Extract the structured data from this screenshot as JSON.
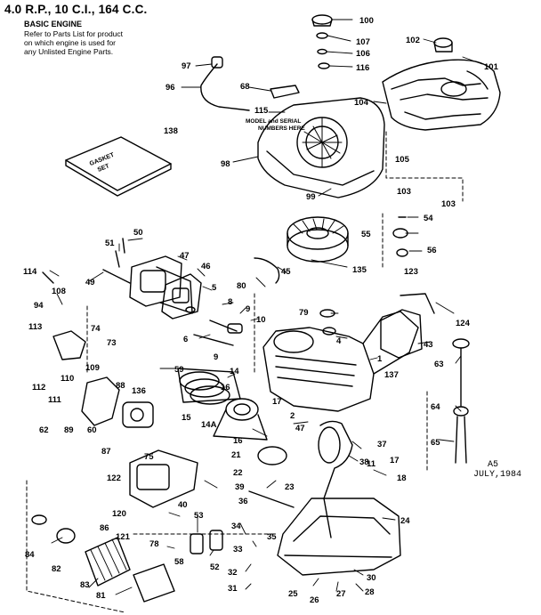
{
  "header": {
    "title": "4.0 R.P., 10 C.I., 164 C.C.",
    "subtitle": "BASIC ENGINE",
    "note_lines": [
      "Refer to Parts List for product",
      "on which engine is used for",
      "any Unlisted Engine Parts."
    ]
  },
  "annotations": {
    "model_serial_1": "MODEL and SERIAL",
    "model_serial_2": "NUMBERS HERE",
    "carton_1": "GASKET",
    "carton_2": "SET"
  },
  "stamp": {
    "line1": "A5",
    "line2": "JULY,1984"
  },
  "callouts": [
    {
      "num": "100"
    },
    {
      "num": "107"
    },
    {
      "num": "106"
    },
    {
      "num": "116"
    },
    {
      "num": "102"
    },
    {
      "num": "101"
    },
    {
      "num": "97"
    },
    {
      "num": "96"
    },
    {
      "num": "68"
    },
    {
      "num": "115"
    },
    {
      "num": "104"
    },
    {
      "num": "138"
    },
    {
      "num": "98"
    },
    {
      "num": "105"
    },
    {
      "num": "103"
    },
    {
      "num": "103"
    },
    {
      "num": "99"
    },
    {
      "num": "54"
    },
    {
      "num": "55"
    },
    {
      "num": "56"
    },
    {
      "num": "50"
    },
    {
      "num": "51"
    },
    {
      "num": "47"
    },
    {
      "num": "114"
    },
    {
      "num": "49"
    },
    {
      "num": "46"
    },
    {
      "num": "45"
    },
    {
      "num": "135"
    },
    {
      "num": "123"
    },
    {
      "num": "108"
    },
    {
      "num": "5"
    },
    {
      "num": "80"
    },
    {
      "num": "94"
    },
    {
      "num": "8"
    },
    {
      "num": "9"
    },
    {
      "num": "79"
    },
    {
      "num": "124"
    },
    {
      "num": "113"
    },
    {
      "num": "74"
    },
    {
      "num": "73"
    },
    {
      "num": "6"
    },
    {
      "num": "10"
    },
    {
      "num": "4"
    },
    {
      "num": "43"
    },
    {
      "num": "9"
    },
    {
      "num": "1"
    },
    {
      "num": "137"
    },
    {
      "num": "63"
    },
    {
      "num": "109"
    },
    {
      "num": "59"
    },
    {
      "num": "14"
    },
    {
      "num": "112"
    },
    {
      "num": "110"
    },
    {
      "num": "88"
    },
    {
      "num": "136"
    },
    {
      "num": "16"
    },
    {
      "num": "111"
    },
    {
      "num": "15"
    },
    {
      "num": "64"
    },
    {
      "num": "62"
    },
    {
      "num": "89"
    },
    {
      "num": "60"
    },
    {
      "num": "14A"
    },
    {
      "num": "17"
    },
    {
      "num": "2"
    },
    {
      "num": "47"
    },
    {
      "num": "37"
    },
    {
      "num": "65"
    },
    {
      "num": "16"
    },
    {
      "num": "87"
    },
    {
      "num": "75"
    },
    {
      "num": "21"
    },
    {
      "num": "38"
    },
    {
      "num": "17"
    },
    {
      "num": "11"
    },
    {
      "num": "22"
    },
    {
      "num": "39"
    },
    {
      "num": "18"
    },
    {
      "num": "122"
    },
    {
      "num": "23"
    },
    {
      "num": "36"
    },
    {
      "num": "120"
    },
    {
      "num": "40"
    },
    {
      "num": "86"
    },
    {
      "num": "121"
    },
    {
      "num": "53"
    },
    {
      "num": "34"
    },
    {
      "num": "24"
    },
    {
      "num": "84"
    },
    {
      "num": "78"
    },
    {
      "num": "35"
    },
    {
      "num": "58"
    },
    {
      "num": "33"
    },
    {
      "num": "52"
    },
    {
      "num": "82"
    },
    {
      "num": "32"
    },
    {
      "num": "30"
    },
    {
      "num": "83"
    },
    {
      "num": "31"
    },
    {
      "num": "25"
    },
    {
      "num": "26"
    },
    {
      "num": "27"
    },
    {
      "num": "28"
    },
    {
      "num": "81"
    }
  ]
}
